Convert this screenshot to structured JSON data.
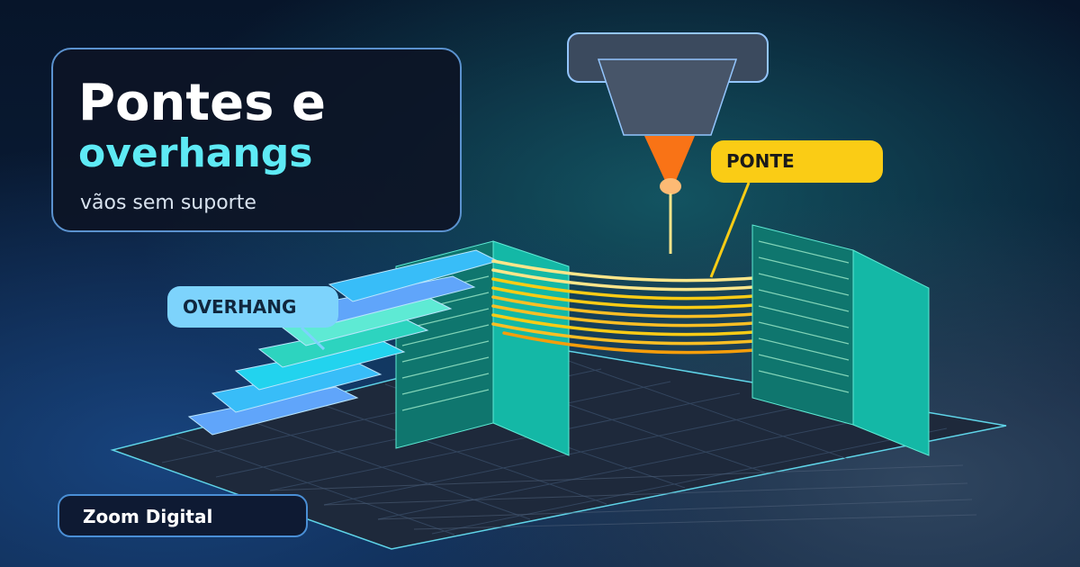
{
  "title": {
    "line1": "Pontes e",
    "line2": "overhangs",
    "subtitle": "vãos sem suporte"
  },
  "callouts": {
    "ponte": "PONTE",
    "overhang": "OVERHANG"
  },
  "brand": {
    "name": "Zoom Digital"
  },
  "colors": {
    "background": "#0b1a33",
    "accent_cyan": "#5eeaf5",
    "bridge_yellow": "#facc15",
    "overhang_blue": "#7dd3fc",
    "pillar_teal": "#14b8a6",
    "nozzle_orange": "#f97316",
    "card_border": "#5b92cf"
  },
  "icons": {
    "nozzle": "print-nozzle-icon",
    "build_plate": "build-plate-grid"
  }
}
